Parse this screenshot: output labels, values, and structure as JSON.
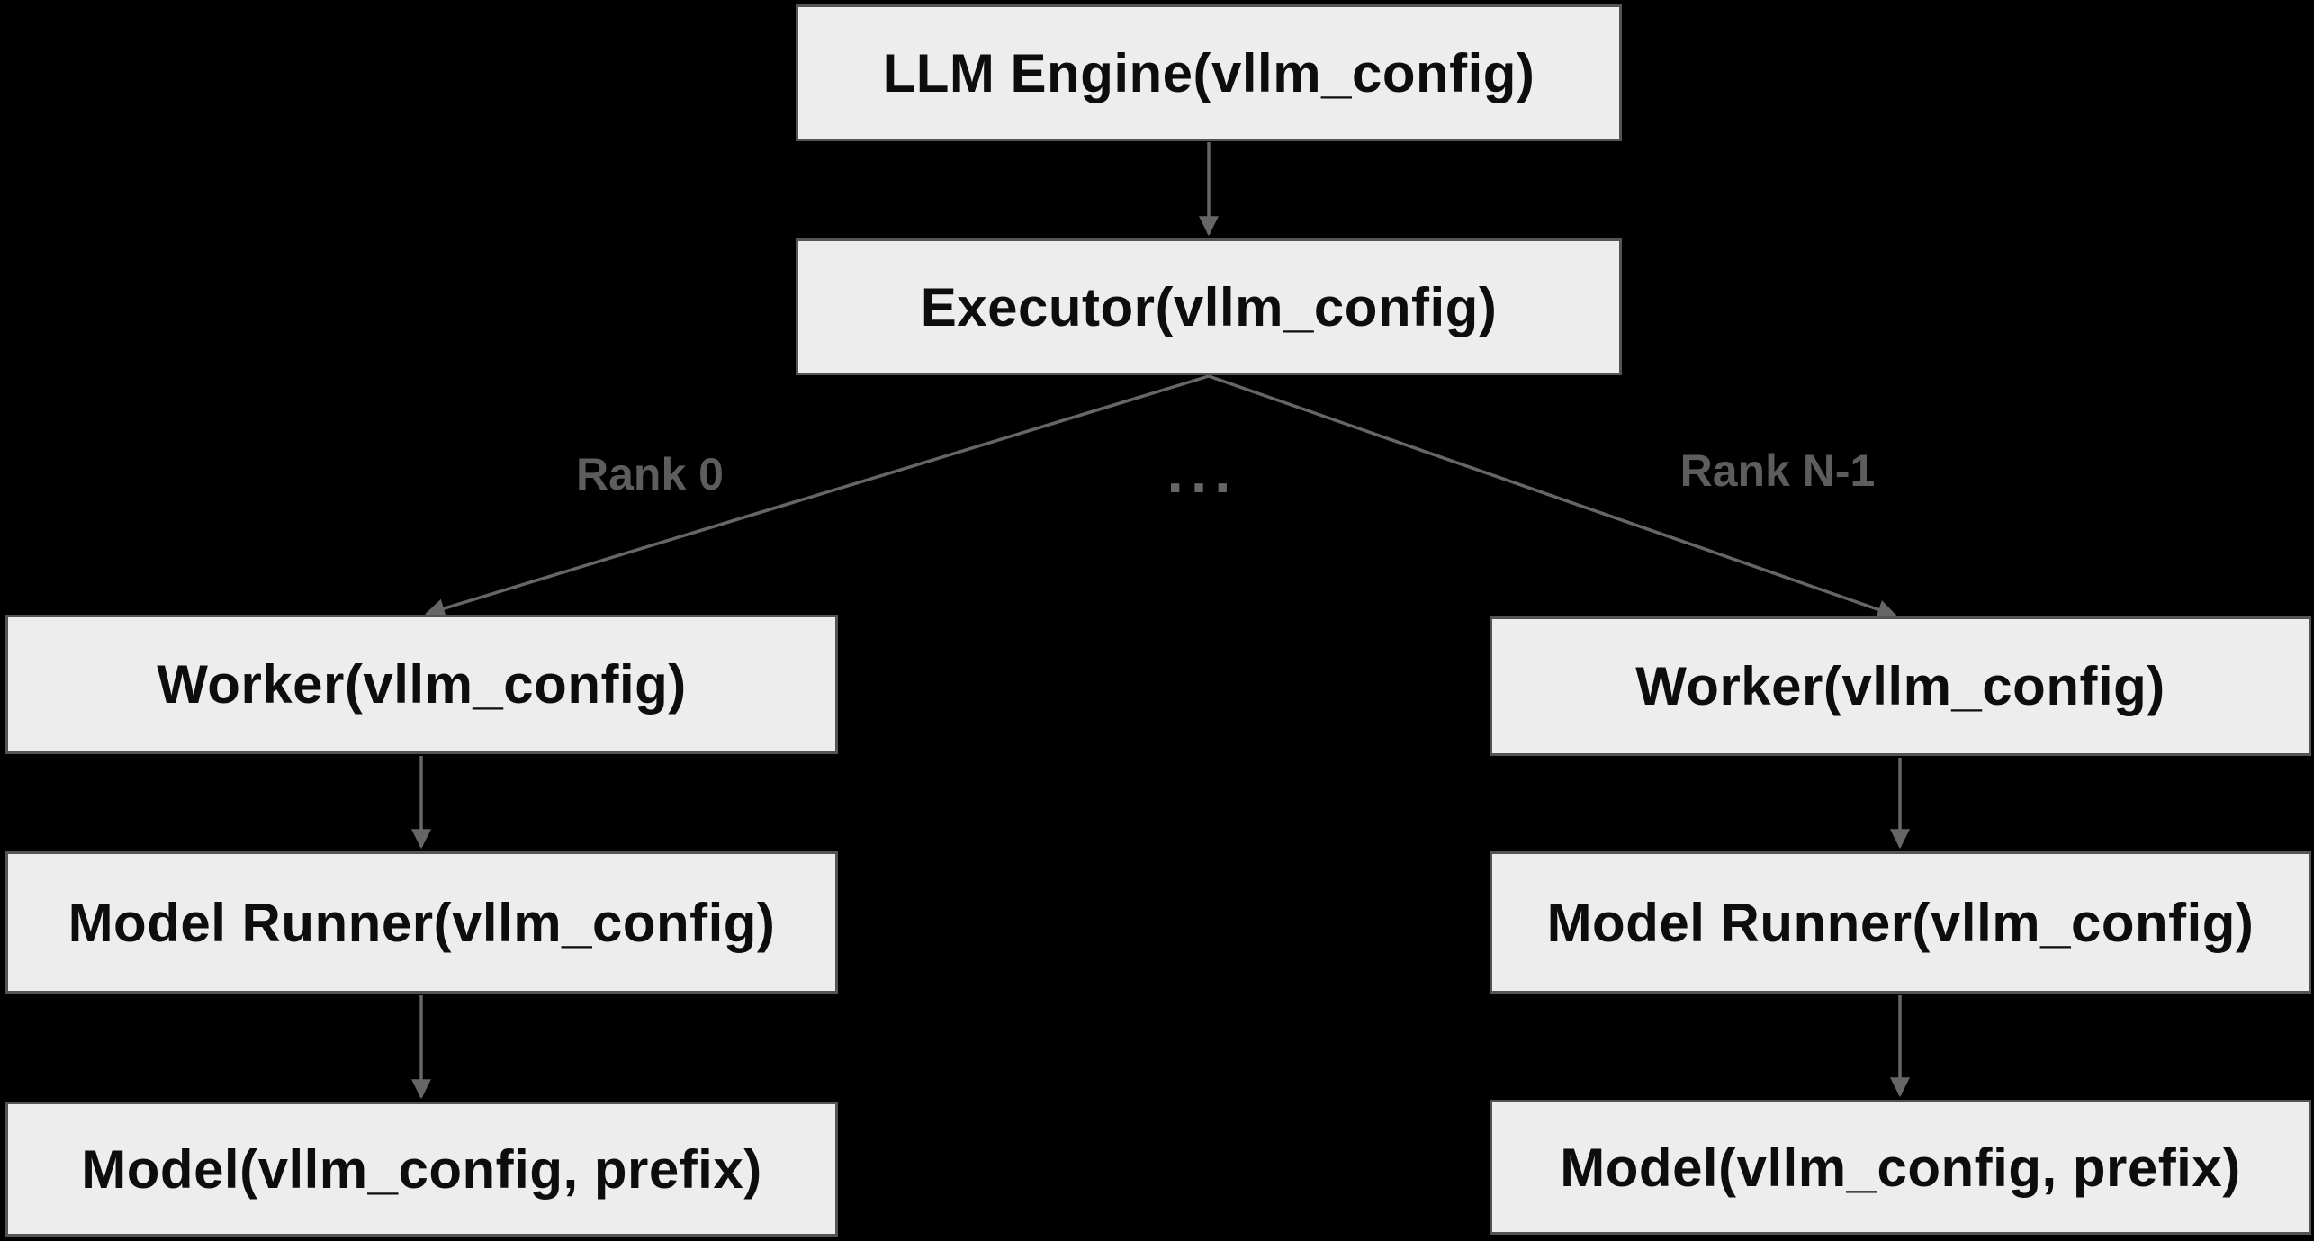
{
  "diagram": {
    "type": "flowchart",
    "nodes": {
      "engine": {
        "label": "LLM Engine(vllm_config)"
      },
      "executor": {
        "label": "Executor(vllm_config)"
      },
      "worker0": {
        "label": "Worker(vllm_config)"
      },
      "modelRunner0": {
        "label": "Model Runner(vllm_config)"
      },
      "model0": {
        "label": "Model(vllm_config, prefix)"
      },
      "workerN": {
        "label": "Worker(vllm_config)"
      },
      "modelRunnerN": {
        "label": "Model Runner(vllm_config)"
      },
      "modelN": {
        "label": "Model(vllm_config, prefix)"
      }
    },
    "edge_labels": {
      "rank0": "Rank 0",
      "rankN": "Rank N-1",
      "ellipsis": "..."
    },
    "edges": [
      {
        "from": "engine",
        "to": "executor",
        "label": ""
      },
      {
        "from": "executor",
        "to": "worker0",
        "label": "Rank 0"
      },
      {
        "from": "executor",
        "to": "workerN",
        "label": "Rank N-1"
      },
      {
        "from": "worker0",
        "to": "modelRunner0",
        "label": ""
      },
      {
        "from": "modelRunner0",
        "to": "model0",
        "label": ""
      },
      {
        "from": "workerN",
        "to": "modelRunnerN",
        "label": ""
      },
      {
        "from": "modelRunnerN",
        "to": "modelN",
        "label": ""
      }
    ]
  },
  "colors": {
    "background": "#000000",
    "node_fill": "#ededed",
    "node_border": "#545454",
    "node_text": "#0d0d0d",
    "edge": "#666666",
    "edge_label": "#5d5d5d"
  }
}
